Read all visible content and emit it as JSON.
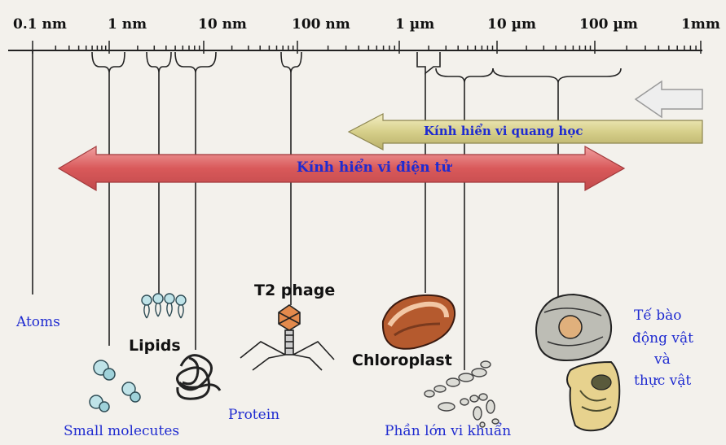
{
  "scale": {
    "labels": [
      "0.1 nm",
      "1 nm",
      "10 nm",
      "100 nm",
      "1 µm",
      "10 µm",
      "100 µm",
      "1mm"
    ]
  },
  "arrows": {
    "light_microscope": "Kính hiển vi quang học",
    "electron_microscope": "Kính hiển vi điện tử"
  },
  "labels": {
    "atoms": "Atoms",
    "small_molecules": "Small molecutes",
    "lipids": "Lipids",
    "protein": "Protein",
    "t2_phage": "T2 phage",
    "chloroplast": "Chloroplast",
    "bacteria": "Phần lớn vi khuẩn",
    "cells_line1": "Tế bào",
    "cells_line2": "động vật",
    "cells_line3": "và",
    "cells_line4": "thực vật"
  },
  "colors": {
    "electron_arrow": "#d9595a",
    "light_arrow": "#d6cf8a",
    "label_blue": "#1f2bd0"
  }
}
